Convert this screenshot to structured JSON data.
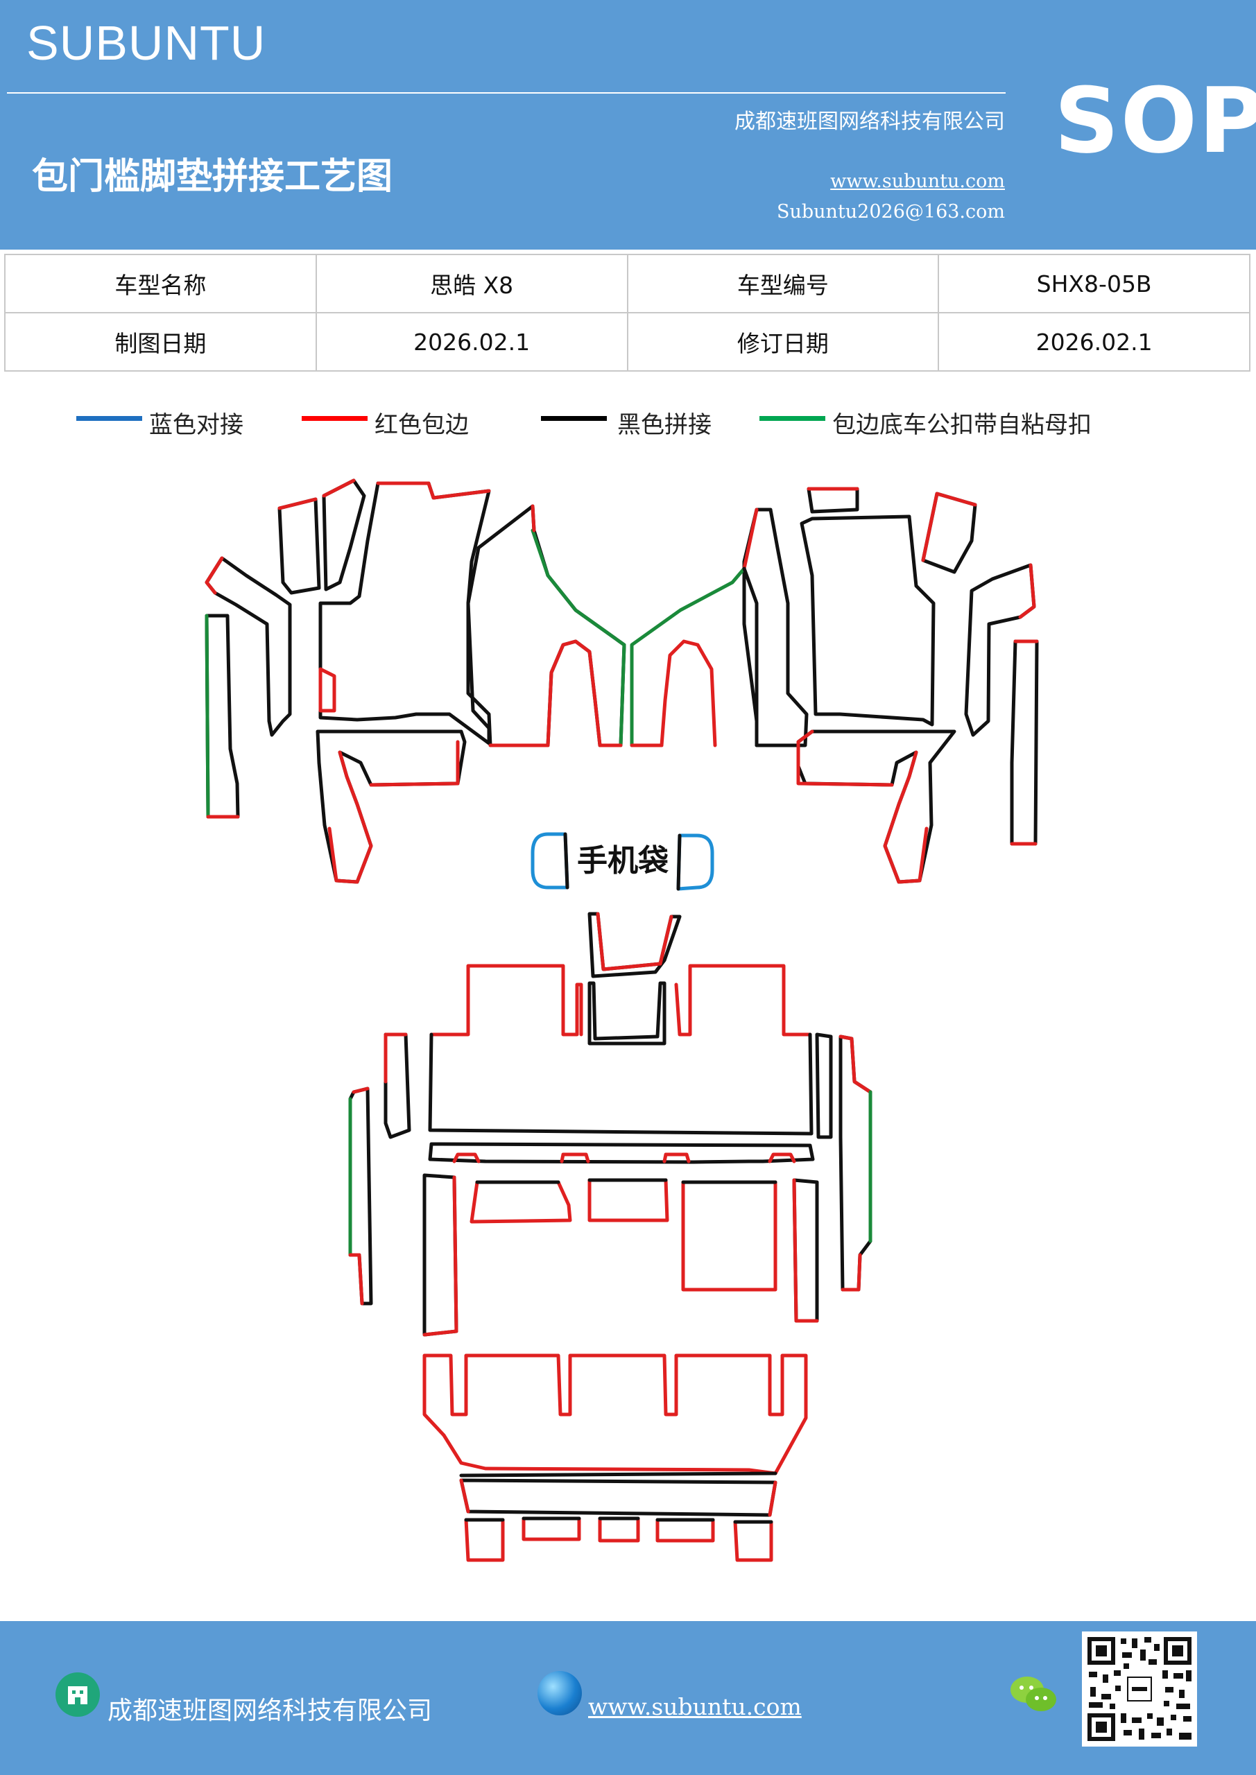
{
  "header": {
    "brand": "SUBUNTU",
    "company": "成都速班图网络科技有限公司",
    "title": "包门槛脚垫拼接工艺图",
    "website": "www.subuntu.com",
    "email": "Subuntu2026@163.com",
    "badge": "SOP"
  },
  "info_table": {
    "rows": [
      [
        "车型名称",
        "思皓 X8",
        "车型编号",
        "SHX8-05B"
      ],
      [
        "制图日期",
        "2026.02.1",
        "修订日期",
        "2026.02.1"
      ]
    ]
  },
  "legend": [
    {
      "label": "蓝色对接",
      "color": "#1e6fc0"
    },
    {
      "label": "红色包边",
      "color": "#ff0000"
    },
    {
      "label": "黑色拼接",
      "color": "#000000"
    },
    {
      "label": "包边底车公扣带自粘母扣",
      "color": "#00a651"
    }
  ],
  "diagram": {
    "phone_pocket_label": "手机袋",
    "colors": {
      "blue": "#1e8fd6",
      "red": "#e02020",
      "black": "#111111",
      "green": "#1a8a3a"
    }
  },
  "footer": {
    "company": "成都速班图网络科技有限公司",
    "website": "www.subuntu.com"
  }
}
